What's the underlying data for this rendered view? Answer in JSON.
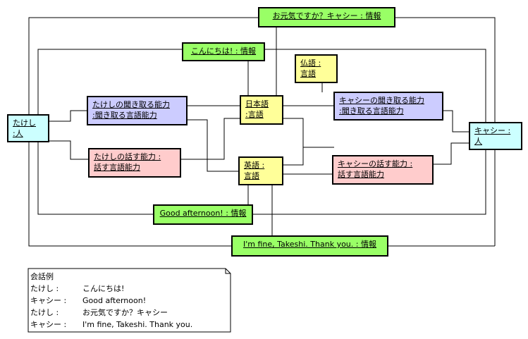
{
  "nodes": {
    "ogenki": "お元気ですか？キャシー : 情報",
    "konnichiwa": "こんにちは! : 情報",
    "futsugo": {
      "l1": "仏語 :",
      "l2": "言語"
    },
    "nihongo": {
      "l1": "日本語",
      "l2": ":言語"
    },
    "eigo": {
      "l1": "英語 :",
      "l2": "言語"
    },
    "takeshi": {
      "l1": "たけし",
      "l2": ":人"
    },
    "kathy": {
      "l1": "キャシー :",
      "l2": "人"
    },
    "t_listen": {
      "l1": "たけしの聞き取る能力",
      "l2": ":聞き取る言語能力"
    },
    "t_speak": {
      "l1": "たけしの話す能力 :",
      "l2": "話す言語能力"
    },
    "k_listen": {
      "l1": "キャシーの聞き取る能力",
      "l2": ":聞き取る言語能力"
    },
    "k_speak": {
      "l1": "キャシーの話す能力 :",
      "l2": "話す言語能力"
    },
    "good_afternoon": "Good afternoon! : 情報",
    "im_fine": "I'm fine, Takeshi. Thank you. : 情報"
  },
  "note": {
    "title": "会話例",
    "lines": [
      {
        "speaker": "たけし :",
        "text": "こんにちは!"
      },
      {
        "speaker": "キャシー :",
        "text": "Good afternoon!"
      },
      {
        "speaker": "たけし :",
        "text": "お元気ですか？キャシー"
      },
      {
        "speaker": "キャシー :",
        "text": "I'm fine, Takeshi. Thank you."
      }
    ]
  }
}
